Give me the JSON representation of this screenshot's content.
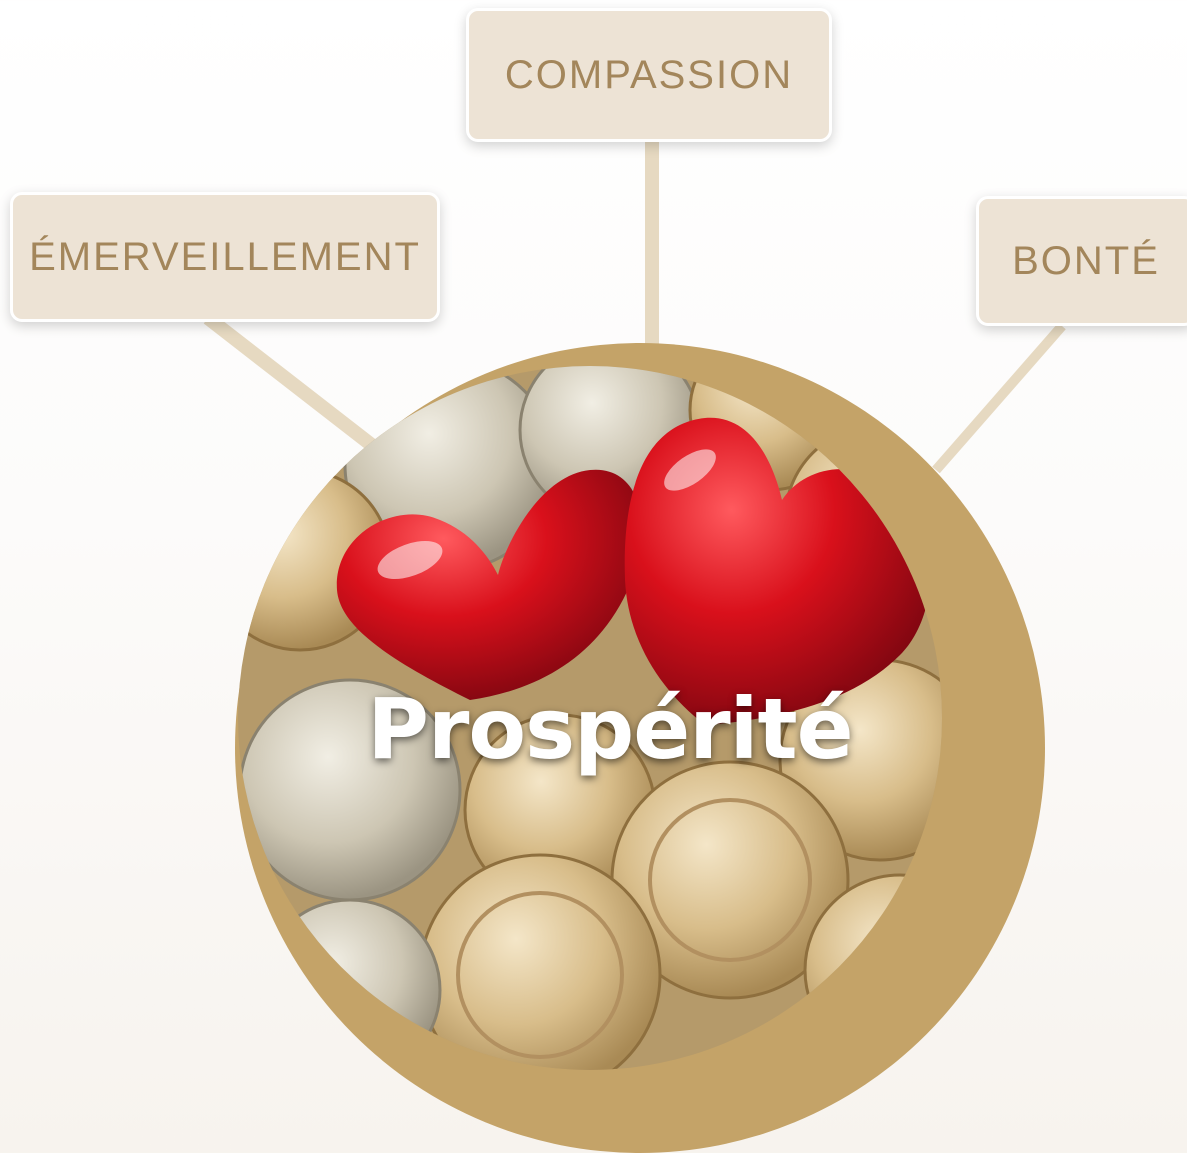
{
  "hub": {
    "title": "Prospérité",
    "image": "red-hearts-on-gold-coins"
  },
  "tags": {
    "top": "COMPASSION",
    "left": "ÉMERVEILLEMENT",
    "right": "BONTÉ"
  },
  "colors": {
    "tag_fill": "#ede3d5",
    "tag_text": "#a3865b",
    "connector": "#e6d9c1",
    "ring": "#c4a368"
  }
}
